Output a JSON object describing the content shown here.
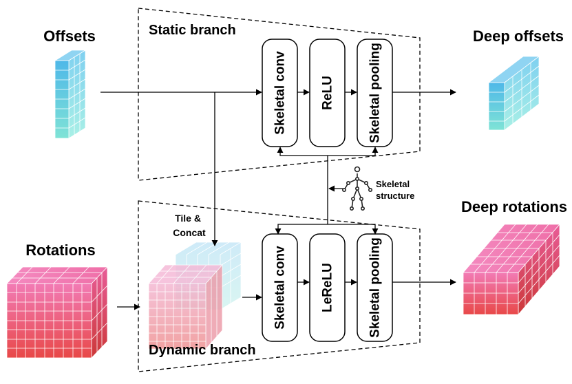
{
  "labels": {
    "offsets": "Offsets",
    "deep_offsets": "Deep offsets",
    "rotations": "Rotations",
    "deep_rotations": "Deep rotations",
    "static_branch": "Static branch",
    "dynamic_branch": "Dynamic branch",
    "tile_line1": "Tile &",
    "tile_line2": "Concat",
    "skeletal_line1": "Skeletal",
    "skeletal_line2": "structure"
  },
  "static_ops": [
    "Skeletal conv",
    "ReLU",
    "Skeletal pooling"
  ],
  "dynamic_ops": [
    "Skeletal conv",
    "LeReLU",
    "Skeletal pooling"
  ],
  "colors": {
    "offsets_top": "#4fb8e8",
    "offsets_bottom": "#7fe3d6",
    "rotations_top": "#f07ab0",
    "rotations_bottom": "#e84a4a"
  }
}
